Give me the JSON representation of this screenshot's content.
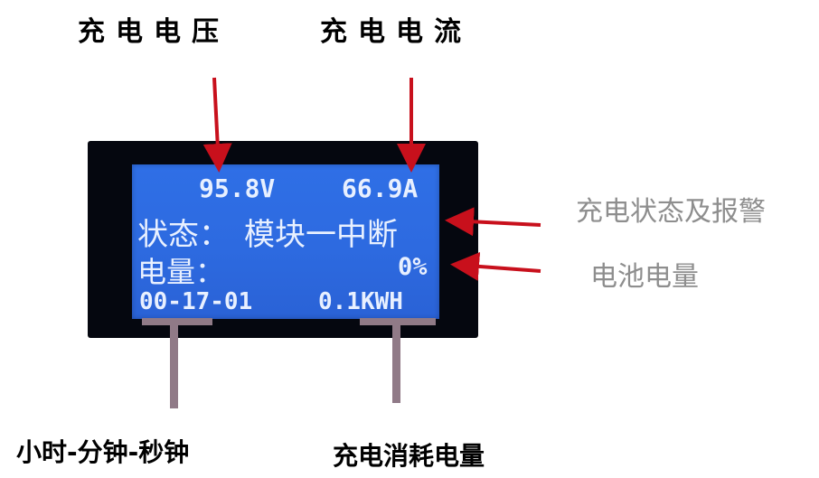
{
  "labels": {
    "charge_voltage": "充电电压",
    "charge_current": "充电电流",
    "status_alarm": "充电状态及报警",
    "battery_level": "电池电量",
    "time_format": "小时-分钟-秒钟",
    "energy_consumed": "充电消耗电量"
  },
  "lcd": {
    "voltage": "95.8V",
    "current": "66.9A",
    "status_label": "状态：",
    "status_value": "模块一中断",
    "battery_label": "电量：",
    "battery_value": "0%",
    "time": "00-17-01",
    "energy": "0.1KWH"
  },
  "colors": {
    "arrow_red": "#c8101c",
    "pointer_mauve": "#907a87",
    "lcd_blue": "#2d6ae0",
    "lcd_text": "#e8f0ff",
    "bezel": "#05070f",
    "side_label_gray": "#8e8e8e"
  }
}
